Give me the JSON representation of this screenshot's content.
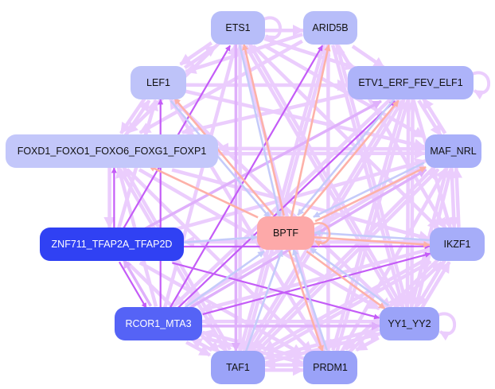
{
  "diagram": {
    "type": "directed-network",
    "nodes": [
      {
        "id": "ETS1",
        "label": "ETS1",
        "color": "#b7bdf9"
      },
      {
        "id": "ARID5B",
        "label": "ARID5B",
        "color": "#b7bdf9"
      },
      {
        "id": "LEF1",
        "label": "LEF1",
        "color": "#bec3f9"
      },
      {
        "id": "ETV1_ERF_FEV_ELF1",
        "label": "ETV1_ERF_FEV_ELF1",
        "color": "#adb3f9"
      },
      {
        "id": "FOXD1_FOXO1_FOXO6_FOXG1_FOXP1",
        "label": "FOXD1_FOXO1_FOXO6_FOXG1_FOXP1",
        "color": "#c3c7fa"
      },
      {
        "id": "MAF_NRL",
        "label": "MAF_NRL",
        "color": "#a9b0f9"
      },
      {
        "id": "BPTF",
        "label": "BPTF",
        "color": "#fda9a9"
      },
      {
        "id": "ZNF711_TFAP2A_TFAP2D",
        "label": "ZNF711_TFAP2A_TFAP2D",
        "color": "#3041f3",
        "text_color": "#ffffff"
      },
      {
        "id": "IKZF1",
        "label": "IKZF1",
        "color": "#a6adf9"
      },
      {
        "id": "RCOR1_MTA3",
        "label": "RCOR1_MTA3",
        "color": "#5563f6",
        "text_color": "#ffffff"
      },
      {
        "id": "YY1_YY2",
        "label": "YY1_YY2",
        "color": "#9ba3f8"
      },
      {
        "id": "TAF1",
        "label": "TAF1",
        "color": "#9ba3f8"
      },
      {
        "id": "PRDM1",
        "label": "PRDM1",
        "color": "#9aa2f8"
      }
    ],
    "edge_colors": {
      "light": "#ebcdfd",
      "mid": "#dfb0fb",
      "strong": "#c45cf7",
      "salmon": "#fdb1a8",
      "periwinkle": "#c5cbfa"
    },
    "edges": [
      {
        "from": "BPTF",
        "to": "FOXD1_FOXO1_FOXO6_FOXG1_FOXP1",
        "color": "salmon"
      },
      {
        "from": "BPTF",
        "to": "IKZF1",
        "color": "salmon"
      },
      {
        "from": "BPTF",
        "to": "MAF_NRL",
        "color": "salmon"
      },
      {
        "from": "BPTF",
        "to": "ETV1_ERF_FEV_ELF1",
        "color": "salmon"
      },
      {
        "from": "BPTF",
        "to": "ETS1",
        "color": "salmon"
      },
      {
        "from": "BPTF",
        "to": "ARID5B",
        "color": "salmon"
      },
      {
        "from": "BPTF",
        "to": "LEF1",
        "color": "salmon"
      },
      {
        "from": "BPTF",
        "to": "YY1_YY2",
        "color": "salmon"
      },
      {
        "from": "BPTF",
        "to": "PRDM1",
        "color": "salmon"
      },
      {
        "from": "TAF1",
        "to": "BPTF",
        "color": "periwinkle"
      },
      {
        "from": "RCOR1_MTA3",
        "to": "BPTF",
        "color": "periwinkle"
      },
      {
        "from": "ZNF711_TFAP2A_TFAP2D",
        "to": "BPTF",
        "color": "periwinkle"
      },
      {
        "from": "YY1_YY2",
        "to": "BPTF",
        "color": "periwinkle"
      },
      {
        "from": "PRDM1",
        "to": "BPTF",
        "color": "periwinkle"
      },
      {
        "from": "IKZF1",
        "to": "BPTF",
        "color": "periwinkle"
      },
      {
        "from": "MAF_NRL",
        "to": "BPTF",
        "color": "periwinkle"
      },
      {
        "from": "ETS1",
        "to": "BPTF",
        "color": "periwinkle"
      },
      {
        "from": "ETV1_ERF_FEV_ELF1",
        "to": "BPTF",
        "color": "periwinkle"
      },
      {
        "from": "LEF1",
        "to": "BPTF",
        "color": "periwinkle"
      },
      {
        "from": "ZNF711_TFAP2A_TFAP2D",
        "to": "IKZF1",
        "color": "strong"
      },
      {
        "from": "ZNF711_TFAP2A_TFAP2D",
        "to": "FOXD1_FOXO1_FOXO6_FOXG1_FOXP1",
        "color": "strong"
      },
      {
        "from": "ZNF711_TFAP2A_TFAP2D",
        "to": "RCOR1_MTA3",
        "color": "strong"
      },
      {
        "from": "ZNF711_TFAP2A_TFAP2D",
        "to": "YY1_YY2",
        "color": "strong"
      },
      {
        "from": "ZNF711_TFAP2A_TFAP2D",
        "to": "ETS1",
        "color": "strong"
      },
      {
        "from": "RCOR1_MTA3",
        "to": "IKZF1",
        "color": "strong"
      },
      {
        "from": "RCOR1_MTA3",
        "to": "ARID5B",
        "color": "strong"
      },
      {
        "from": "RCOR1_MTA3",
        "to": "ETV1_ERF_FEV_ELF1",
        "color": "strong"
      },
      {
        "from": "RCOR1_MTA3",
        "to": "YY1_YY2",
        "color": "mid"
      },
      {
        "from": "RCOR1_MTA3",
        "to": "LEF1",
        "color": "strong"
      },
      {
        "from": "RCOR1_MTA3",
        "to": "MAF_NRL",
        "color": "mid"
      },
      {
        "from": "FOXD1_FOXO1_FOXO6_FOXG1_FOXP1",
        "to": "ZNF711_TFAP2A_TFAP2D",
        "color": "light"
      },
      {
        "from": "RCOR1_MTA3",
        "to": "ZNF711_TFAP2A_TFAP2D",
        "color": "mid"
      },
      {
        "from": "LEF1",
        "to": "ETS1",
        "color": "light"
      },
      {
        "from": "ETS1",
        "to": "LEF1",
        "color": "light"
      },
      {
        "from": "LEF1",
        "to": "FOXD1_FOXO1_FOXO6_FOXG1_FOXP1",
        "color": "light"
      },
      {
        "from": "FOXD1_FOXO1_FOXO6_FOXG1_FOXP1",
        "to": "LEF1",
        "color": "light"
      },
      {
        "from": "ETS1",
        "to": "ARID5B",
        "color": "light"
      },
      {
        "from": "ARID5B",
        "to": "ETV1_ERF_FEV_ELF1",
        "color": "light"
      },
      {
        "from": "ETV1_ERF_FEV_ELF1",
        "to": "MAF_NRL",
        "color": "light"
      },
      {
        "from": "MAF_NRL",
        "to": "ETV1_ERF_FEV_ELF1",
        "color": "light"
      },
      {
        "from": "MAF_NRL",
        "to": "IKZF1",
        "color": "light"
      },
      {
        "from": "IKZF1",
        "to": "MAF_NRL",
        "color": "light"
      },
      {
        "from": "IKZF1",
        "to": "YY1_YY2",
        "color": "light"
      },
      {
        "from": "YY1_YY2",
        "to": "IKZF1",
        "color": "light"
      },
      {
        "from": "YY1_YY2",
        "to": "PRDM1",
        "color": "light"
      },
      {
        "from": "PRDM1",
        "to": "TAF1",
        "color": "light"
      },
      {
        "from": "TAF1",
        "to": "PRDM1",
        "color": "light"
      },
      {
        "from": "TAF1",
        "to": "RCOR1_MTA3",
        "color": "light"
      },
      {
        "from": "RCOR1_MTA3",
        "to": "TAF1",
        "color": "light"
      },
      {
        "from": "LEF1",
        "to": "ETV1_ERF_FEV_ELF1",
        "color": "light"
      },
      {
        "from": "LEF1",
        "to": "MAF_NRL",
        "color": "light"
      },
      {
        "from": "LEF1",
        "to": "YY1_YY2",
        "color": "light"
      },
      {
        "from": "ETS1",
        "to": "ETV1_ERF_FEV_ELF1",
        "color": "light"
      },
      {
        "from": "ETS1",
        "to": "MAF_NRL",
        "color": "light"
      },
      {
        "from": "ETS1",
        "to": "IKZF1",
        "color": "light"
      },
      {
        "from": "ETS1",
        "to": "YY1_YY2",
        "color": "light"
      },
      {
        "from": "ETS1",
        "to": "TAF1",
        "color": "mid"
      },
      {
        "from": "ETS1",
        "to": "PRDM1",
        "color": "light"
      },
      {
        "from": "ETS1",
        "to": "FOXD1_FOXO1_FOXO6_FOXG1_FOXP1",
        "color": "light"
      },
      {
        "from": "ARID5B",
        "to": "FOXD1_FOXO1_FOXO6_FOXG1_FOXP1",
        "color": "light"
      },
      {
        "from": "ARID5B",
        "to": "IKZF1",
        "color": "light"
      },
      {
        "from": "ARID5B",
        "to": "YY1_YY2",
        "color": "light"
      },
      {
        "from": "ARID5B",
        "to": "TAF1",
        "color": "light"
      },
      {
        "from": "ARID5B",
        "to": "PRDM1",
        "color": "light"
      },
      {
        "from": "ARID5B",
        "to": "LEF1",
        "color": "light"
      },
      {
        "from": "ETV1_ERF_FEV_ELF1",
        "to": "FOXD1_FOXO1_FOXO6_FOXG1_FOXP1",
        "color": "light"
      },
      {
        "from": "ETV1_ERF_FEV_ELF1",
        "to": "IKZF1",
        "color": "light"
      },
      {
        "from": "ETV1_ERF_FEV_ELF1",
        "to": "YY1_YY2",
        "color": "light"
      },
      {
        "from": "ETV1_ERF_FEV_ELF1",
        "to": "PRDM1",
        "color": "light"
      },
      {
        "from": "ETV1_ERF_FEV_ELF1",
        "to": "TAF1",
        "color": "light"
      },
      {
        "from": "ETV1_ERF_FEV_ELF1",
        "to": "RCOR1_MTA3",
        "color": "light"
      },
      {
        "from": "MAF_NRL",
        "to": "FOXD1_FOXO1_FOXO6_FOXG1_FOXP1",
        "color": "light"
      },
      {
        "from": "MAF_NRL",
        "to": "YY1_YY2",
        "color": "light"
      },
      {
        "from": "MAF_NRL",
        "to": "TAF1",
        "color": "light"
      },
      {
        "from": "MAF_NRL",
        "to": "RCOR1_MTA3",
        "color": "light"
      },
      {
        "from": "FOXD1_FOXO1_FOXO6_FOXG1_FOXP1",
        "to": "MAF_NRL",
        "color": "light"
      },
      {
        "from": "FOXD1_FOXO1_FOXO6_FOXG1_FOXP1",
        "to": "YY1_YY2",
        "color": "light"
      },
      {
        "from": "FOXD1_FOXO1_FOXO6_FOXG1_FOXP1",
        "to": "PRDM1",
        "color": "light"
      },
      {
        "from": "FOXD1_FOXO1_FOXO6_FOXG1_FOXP1",
        "to": "TAF1",
        "color": "light"
      },
      {
        "from": "FOXD1_FOXO1_FOXO6_FOXG1_FOXP1",
        "to": "IKZF1",
        "color": "light"
      },
      {
        "from": "IKZF1",
        "to": "TAF1",
        "color": "light"
      },
      {
        "from": "IKZF1",
        "to": "PRDM1",
        "color": "light"
      },
      {
        "from": "IKZF1",
        "to": "RCOR1_MTA3",
        "color": "light"
      },
      {
        "from": "IKZF1",
        "to": "ZNF711_TFAP2A_TFAP2D",
        "color": "light"
      },
      {
        "from": "YY1_YY2",
        "to": "ETV1_ERF_FEV_ELF1",
        "color": "light"
      },
      {
        "from": "YY1_YY2",
        "to": "MAF_NRL",
        "color": "light"
      },
      {
        "from": "YY1_YY2",
        "to": "ARID5B",
        "color": "light"
      },
      {
        "from": "YY1_YY2",
        "to": "ETS1",
        "color": "light"
      },
      {
        "from": "YY1_YY2",
        "to": "RCOR1_MTA3",
        "color": "light"
      },
      {
        "from": "YY1_YY2",
        "to": "TAF1",
        "color": "light"
      },
      {
        "from": "PRDM1",
        "to": "MAF_NRL",
        "color": "light"
      },
      {
        "from": "PRDM1",
        "to": "ETV1_ERF_FEV_ELF1",
        "color": "light"
      },
      {
        "from": "PRDM1",
        "to": "IKZF1",
        "color": "light"
      },
      {
        "from": "PRDM1",
        "to": "RCOR1_MTA3",
        "color": "light"
      },
      {
        "from": "PRDM1",
        "to": "LEF1",
        "color": "light"
      },
      {
        "from": "TAF1",
        "to": "ETV1_ERF_FEV_ELF1",
        "color": "light"
      },
      {
        "from": "TAF1",
        "to": "MAF_NRL",
        "color": "light"
      },
      {
        "from": "TAF1",
        "to": "ARID5B",
        "color": "light"
      },
      {
        "from": "TAF1",
        "to": "ETS1",
        "color": "light"
      },
      {
        "from": "TAF1",
        "to": "FOXD1_FOXO1_FOXO6_FOXG1_FOXP1",
        "color": "light"
      },
      {
        "from": "TAF1",
        "to": "YY1_YY2",
        "color": "light"
      },
      {
        "from": "TAF1",
        "to": "IKZF1",
        "color": "light"
      },
      {
        "from": "ZNF711_TFAP2A_TFAP2D",
        "to": "MAF_NRL",
        "color": "light"
      },
      {
        "from": "ZNF711_TFAP2A_TFAP2D",
        "to": "ETV1_ERF_FEV_ELF1",
        "color": "mid"
      },
      {
        "from": "ZNF711_TFAP2A_TFAP2D",
        "to": "PRDM1",
        "color": "light"
      },
      {
        "from": "ZNF711_TFAP2A_TFAP2D",
        "to": "TAF1",
        "color": "light"
      },
      {
        "from": "ZNF711_TFAP2A_TFAP2D",
        "to": "LEF1",
        "color": "light"
      },
      {
        "from": "RCOR1_MTA3",
        "to": "ETS1",
        "color": "light"
      },
      {
        "from": "RCOR1_MTA3",
        "to": "PRDM1",
        "color": "light"
      },
      {
        "from": "RCOR1_MTA3",
        "to": "FOXD1_FOXO1_FOXO6_FOXG1_FOXP1",
        "color": "light"
      }
    ],
    "self_loops": [
      "ETS1",
      "ETV1_ERF_FEV_ELF1",
      "YY1_YY2",
      "BPTF"
    ]
  }
}
